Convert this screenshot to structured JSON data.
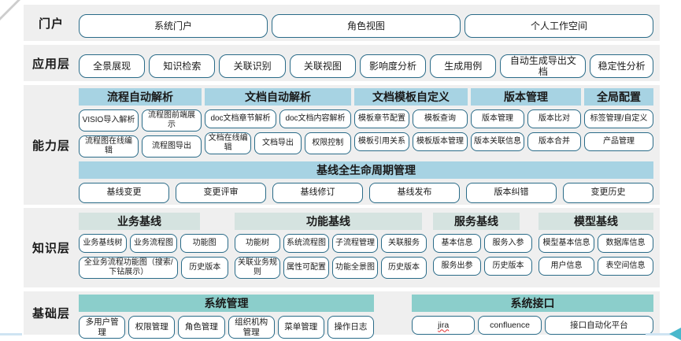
{
  "colors": {
    "band_background": "#efefef",
    "header_blue": "#a7d3e3",
    "header_pale": "#d5e3e0",
    "header_teal": "#8bcecb",
    "box_border": "#2a6b88",
    "arrow_accent": "#49b8cc",
    "artifact_line": "#cfe4f2"
  },
  "decorations": {
    "spellcheck_word": "jira"
  },
  "layers": {
    "portal": {
      "label": "门户",
      "items": [
        "系统门户",
        "角色视图",
        "个人工作空间"
      ]
    },
    "app": {
      "label": "应用层",
      "items": [
        "全景展现",
        "知识检索",
        "关联识别",
        "关联视图",
        "影响度分析",
        "生成用例",
        "自动生成导出文档",
        "稳定性分析"
      ]
    },
    "capability": {
      "label": "能力层",
      "groups": [
        {
          "title": "流程自动解析",
          "rows": [
            [
              "VISIO导入解析",
              "流程图前端展示"
            ],
            [
              "流程图在线编辑",
              "流程图导出"
            ]
          ]
        },
        {
          "title": "文档自动解析",
          "rows": [
            [
              "doc文档章节解析",
              "doc文档内容解析"
            ],
            [
              "文档在线编辑",
              "文档导出",
              "权限控制"
            ]
          ]
        },
        {
          "title": "文档模板自定义",
          "rows": [
            [
              "模板章节配置",
              "模板查询"
            ],
            [
              "模板引用关系",
              "模板版本管理"
            ]
          ]
        },
        {
          "title": "版本管理",
          "rows": [
            [
              "版本管理",
              "版本比对"
            ],
            [
              "版本关联信息",
              "版本合并"
            ]
          ]
        },
        {
          "title": "全局配置",
          "rows": [
            [
              "标签管理/自定义"
            ],
            [
              "产品管理"
            ]
          ]
        }
      ],
      "baseline": {
        "title": "基线全生命周期管理",
        "items": [
          "基线变更",
          "变更评审",
          "基线修订",
          "基线发布",
          "版本纠错",
          "变更历史"
        ]
      }
    },
    "knowledge": {
      "label": "知识层",
      "groups": [
        {
          "title": "业务基线",
          "rows": [
            [
              "业务基线树",
              "业务流程图",
              "功能图"
            ],
            [
              "全业务流程功能图（搜索/下钻展示）",
              "历史版本"
            ]
          ]
        },
        {
          "title": "功能基线",
          "rows": [
            [
              "功能树",
              "系统流程图",
              "子流程管理",
              "关联服务"
            ],
            [
              "关联业务规则",
              "属性可配置",
              "功能全景图",
              "历史版本"
            ]
          ]
        },
        {
          "title": "服务基线",
          "rows": [
            [
              "基本信息",
              "服务入参"
            ],
            [
              "服务出参",
              "历史版本"
            ]
          ]
        },
        {
          "title": "模型基线",
          "rows": [
            [
              "模型基本信息",
              "数据库信息"
            ],
            [
              "用户信息",
              "表空间信息"
            ]
          ]
        }
      ]
    },
    "foundation": {
      "label": "基础层",
      "groups": [
        {
          "title": "系统管理",
          "items": [
            "多用户管理",
            "权限管理",
            "角色管理",
            "组织机构管理",
            "菜单管理",
            "操作日志"
          ]
        },
        {
          "title": "系统接口",
          "items": [
            "jira",
            "confluence",
            "接口自动化平台"
          ]
        }
      ]
    }
  }
}
